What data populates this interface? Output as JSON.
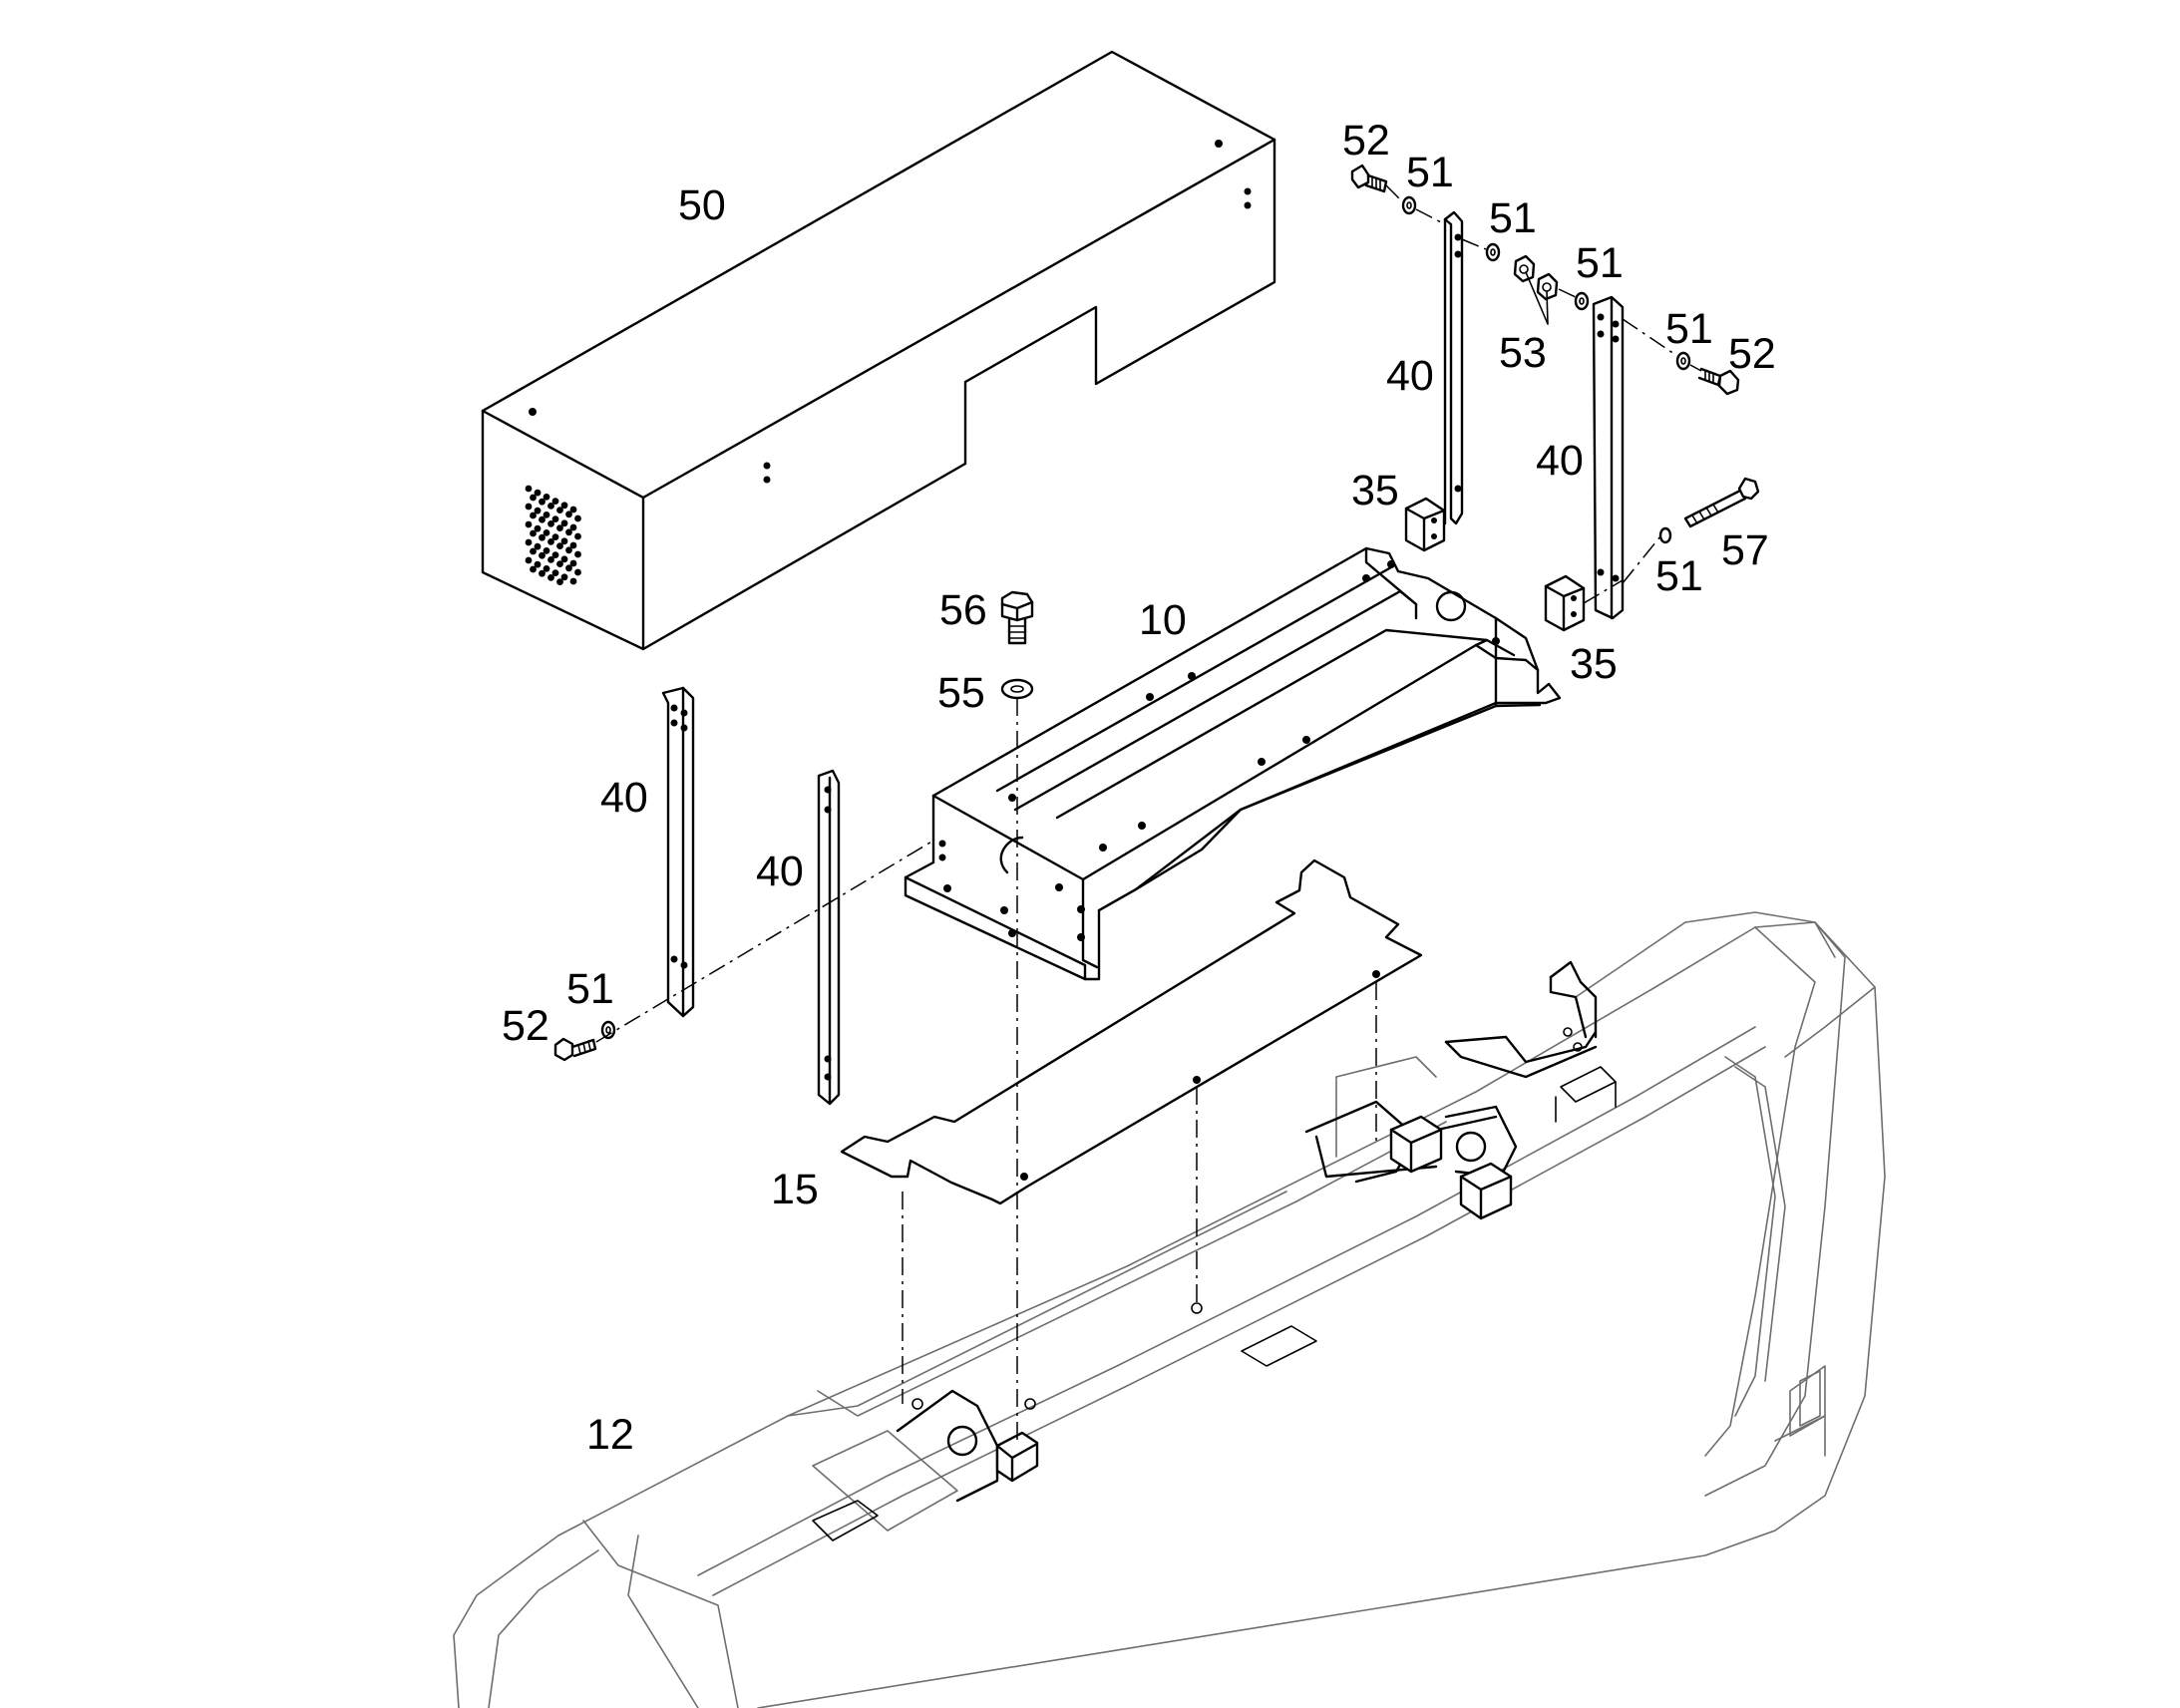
{
  "callouts": [
    {
      "id": "c52a",
      "text": "52"
    },
    {
      "id": "c51a",
      "text": "51"
    },
    {
      "id": "c51b",
      "text": "51"
    },
    {
      "id": "c51c",
      "text": "51"
    },
    {
      "id": "c51d",
      "text": "51"
    },
    {
      "id": "c52b",
      "text": "52"
    },
    {
      "id": "c53",
      "text": "53"
    },
    {
      "id": "c40a",
      "text": "40"
    },
    {
      "id": "c40b",
      "text": "40"
    },
    {
      "id": "c35a",
      "text": "35"
    },
    {
      "id": "c57",
      "text": "57"
    },
    {
      "id": "c51e",
      "text": "51"
    },
    {
      "id": "c35b",
      "text": "35"
    },
    {
      "id": "c50",
      "text": "50"
    },
    {
      "id": "c56",
      "text": "56"
    },
    {
      "id": "c10",
      "text": "10"
    },
    {
      "id": "c55",
      "text": "55"
    },
    {
      "id": "c40c",
      "text": "40"
    },
    {
      "id": "c40d",
      "text": "40"
    },
    {
      "id": "c51f",
      "text": "51"
    },
    {
      "id": "c52c",
      "text": "52"
    },
    {
      "id": "c15",
      "text": "15"
    },
    {
      "id": "c12",
      "text": "12"
    }
  ]
}
